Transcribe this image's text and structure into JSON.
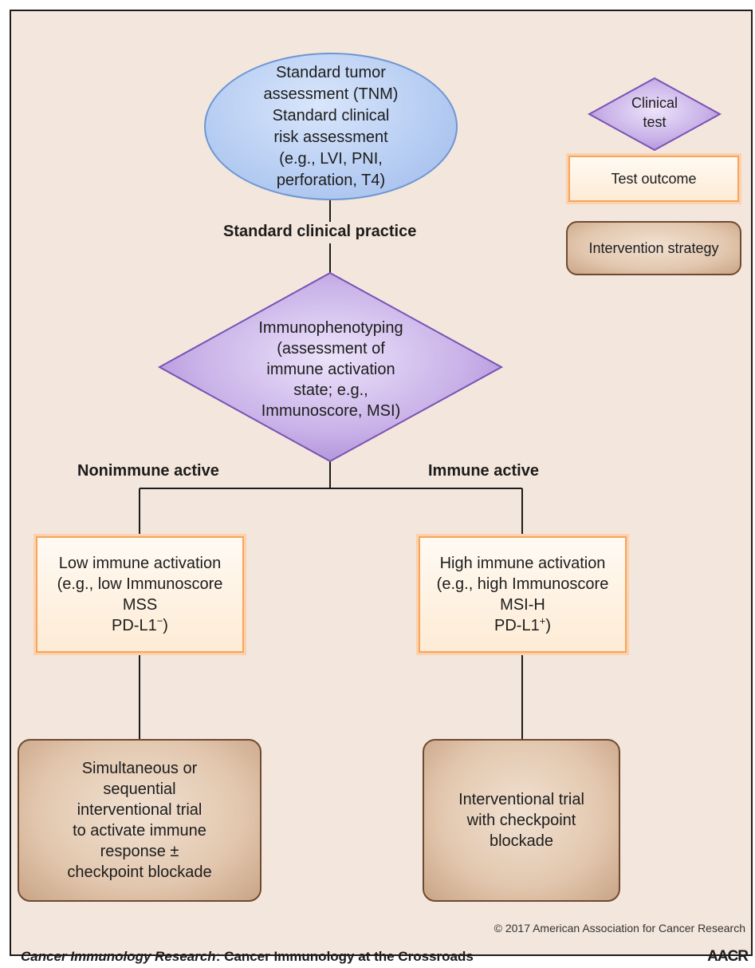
{
  "start_node": {
    "text": "Standard tumor\nassessment (TNM)\nStandard clinical\nrisk assessment\n(e.g., LVI, PNI,\nperforation, T4)"
  },
  "labels": {
    "standard_practice": "Standard clinical practice",
    "nonimmune": "Nonimmune active",
    "immune": "Immune active"
  },
  "decision_node": {
    "text": "Immunophenotyping\n(assessment of\nimmune activation\nstate; e.g.,\nImmunoscore, MSI)"
  },
  "outcomes": {
    "low": {
      "text": "Low immune activation\n(e.g., low Immunoscore\nMSS\nPD-L1",
      "sup": "−",
      "close": ")"
    },
    "high": {
      "text": "High immune activation\n(e.g., high Immunoscore\nMSI-H\nPD-L1",
      "sup": "+",
      "close": ")"
    }
  },
  "strategies": {
    "left": "Simultaneous or\nsequential\ninterventional trial\nto activate immune\nresponse ±\ncheckpoint blockade",
    "right": "Interventional trial\nwith checkpoint\nblockade"
  },
  "legend": {
    "test": "Clinical\ntest",
    "outcome": "Test outcome",
    "strategy": "Intervention strategy"
  },
  "copyright": "© 2017 American Association for Cancer Research",
  "footer": {
    "journal": "Cancer Immunology Research",
    "colon": ":",
    "subtitle": " Cancer Immunology at the Crossroads",
    "publisher": "AACR"
  },
  "colors": {
    "oval": "#b5ccf2",
    "diamond": "#c9b2e8",
    "outcome_border": "#f7a45d",
    "strategy": "#e2c7ae",
    "background": "#f3e6dc"
  }
}
